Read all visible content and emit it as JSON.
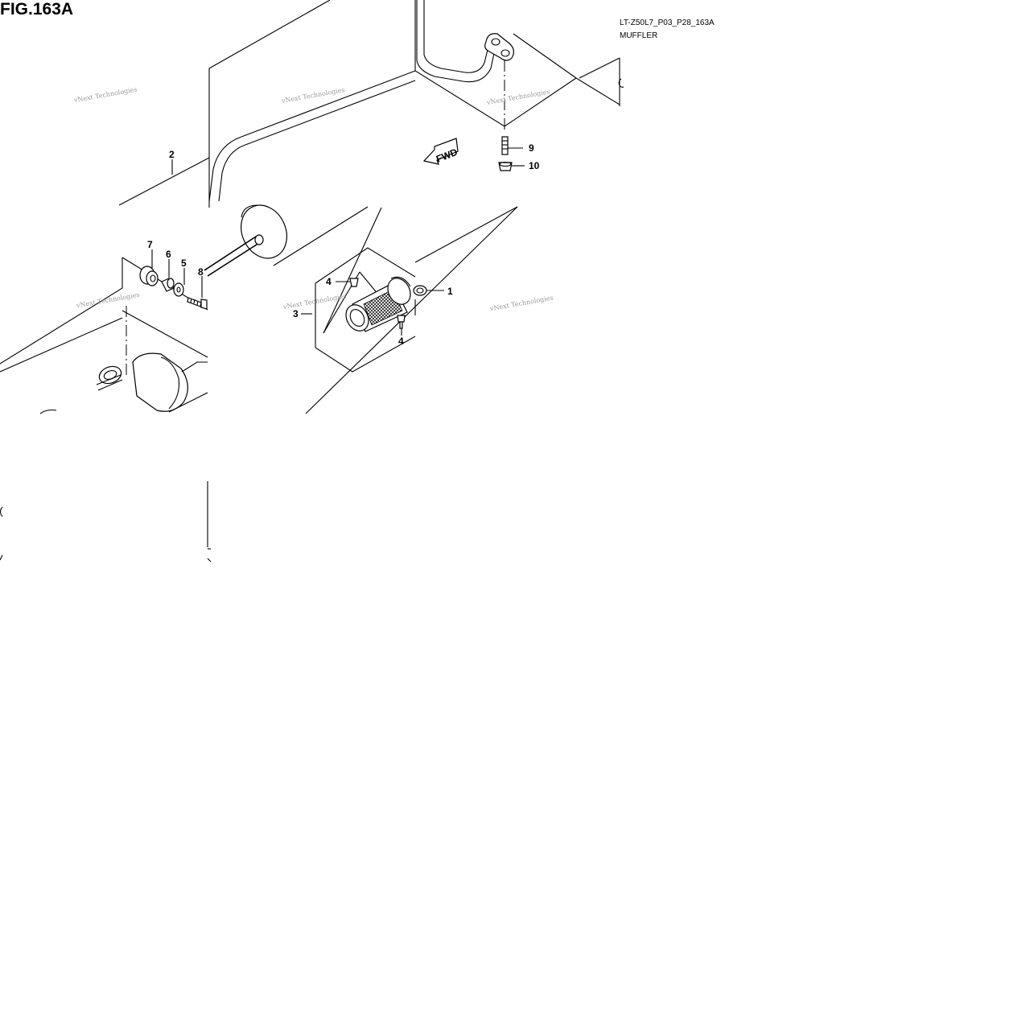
{
  "figure": {
    "title": "FIG.163A",
    "code": "LT-Z50L7_P03_P28_163A",
    "name": "MUFFLER",
    "fwd_label": "FWD"
  },
  "watermark": "vNext Technologies",
  "callouts": [
    "1",
    "2",
    "3",
    "4",
    "4",
    "5",
    "6",
    "7",
    "8",
    "9",
    "10"
  ]
}
